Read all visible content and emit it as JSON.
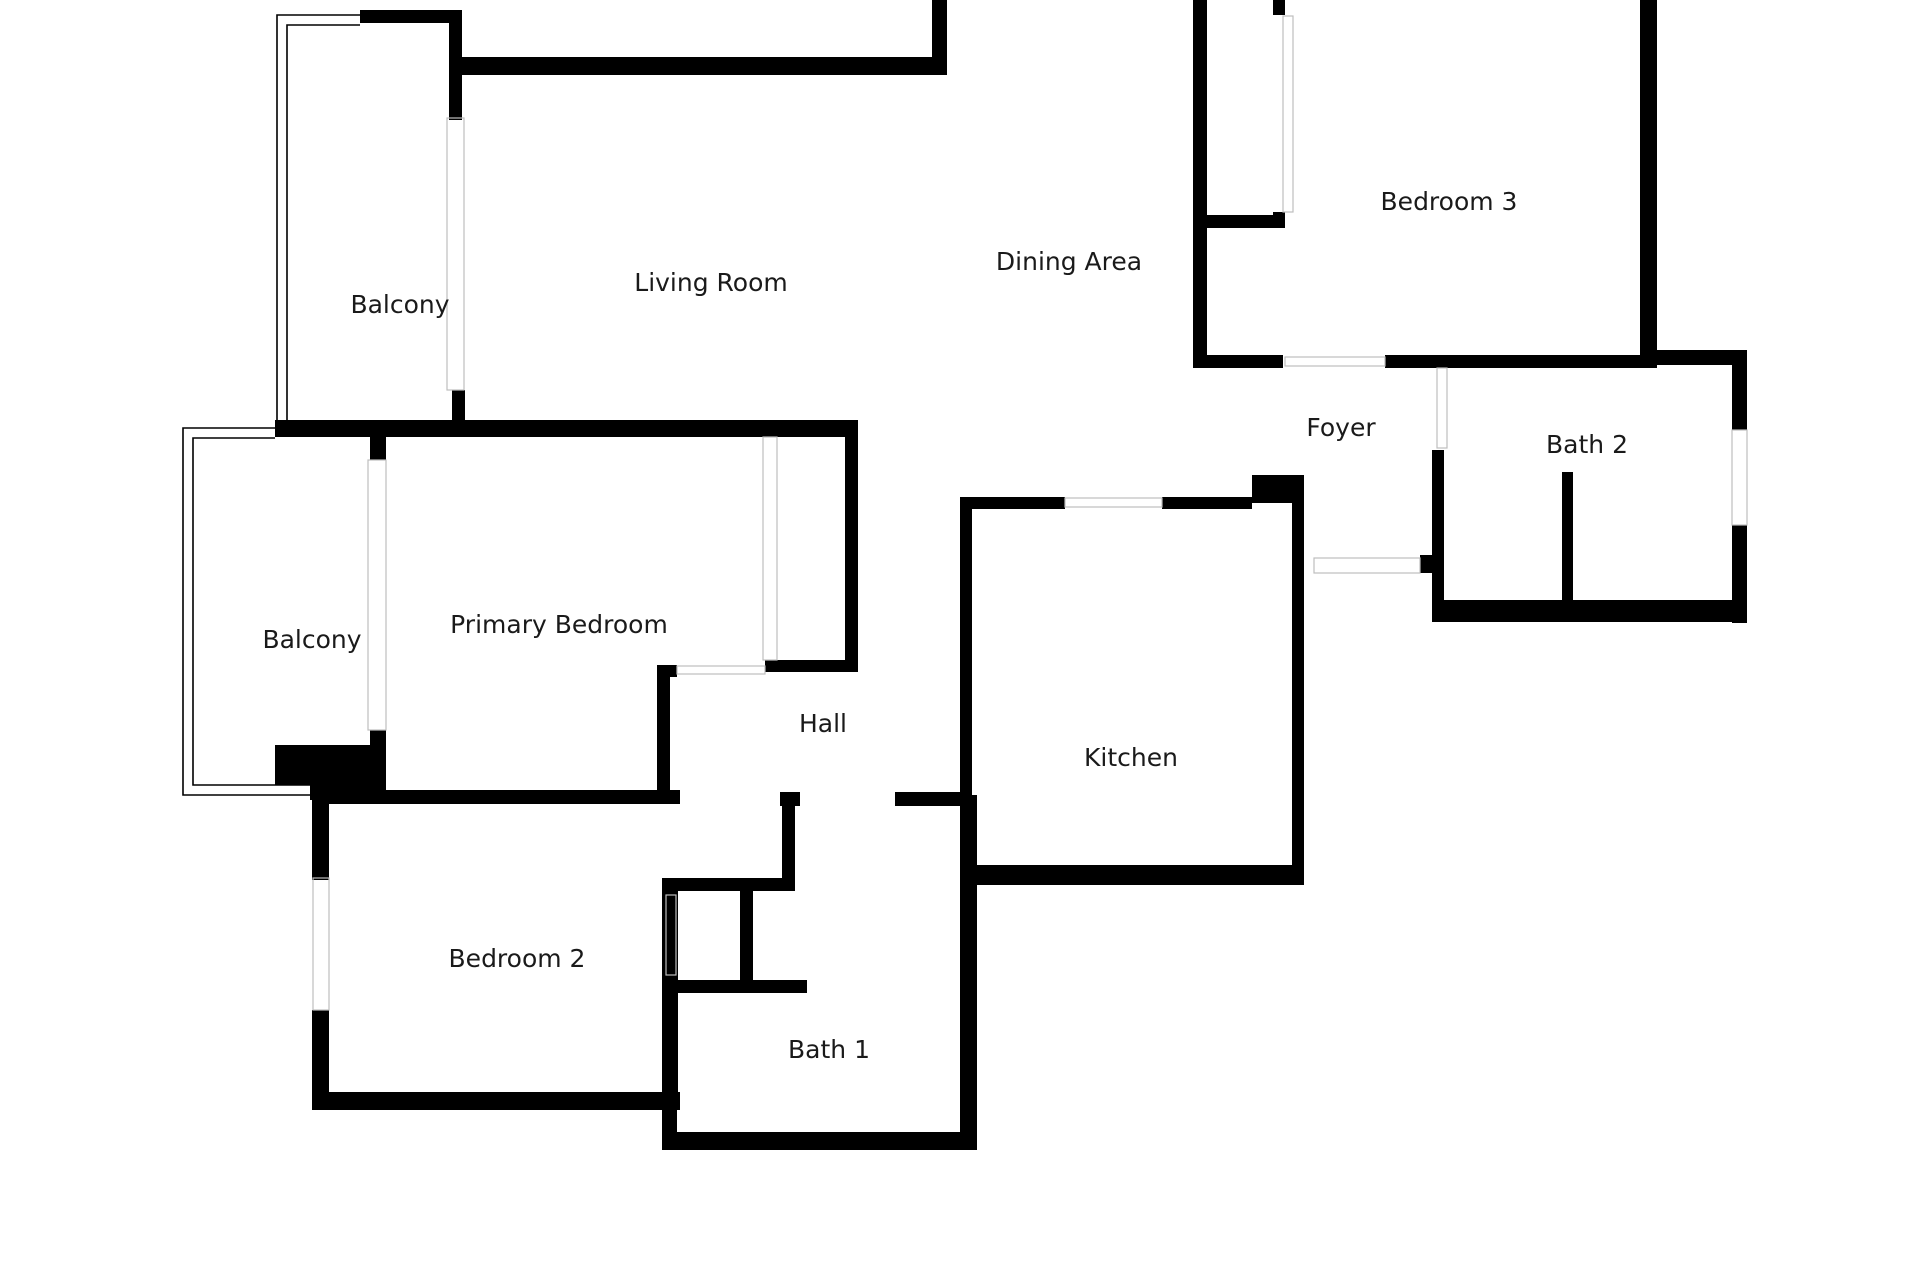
{
  "colors": {
    "background": "#ffffff",
    "wall": "#000000",
    "label": "#1a1a1a"
  },
  "plan": {
    "rooms": [
      {
        "id": "balcony-upper",
        "name": "Balcony"
      },
      {
        "id": "living-room",
        "name": "Living Room"
      },
      {
        "id": "dining-area",
        "name": "Dining Area"
      },
      {
        "id": "bedroom-3",
        "name": "Bedroom 3"
      },
      {
        "id": "foyer",
        "name": "Foyer"
      },
      {
        "id": "bath-2",
        "name": "Bath 2"
      },
      {
        "id": "balcony-lower",
        "name": "Balcony"
      },
      {
        "id": "primary-bedroom",
        "name": "Primary Bedroom"
      },
      {
        "id": "hall",
        "name": "Hall"
      },
      {
        "id": "kitchen",
        "name": "Kitchen"
      },
      {
        "id": "bedroom-2",
        "name": "Bedroom 2"
      },
      {
        "id": "bath-1",
        "name": "Bath 1"
      }
    ]
  }
}
